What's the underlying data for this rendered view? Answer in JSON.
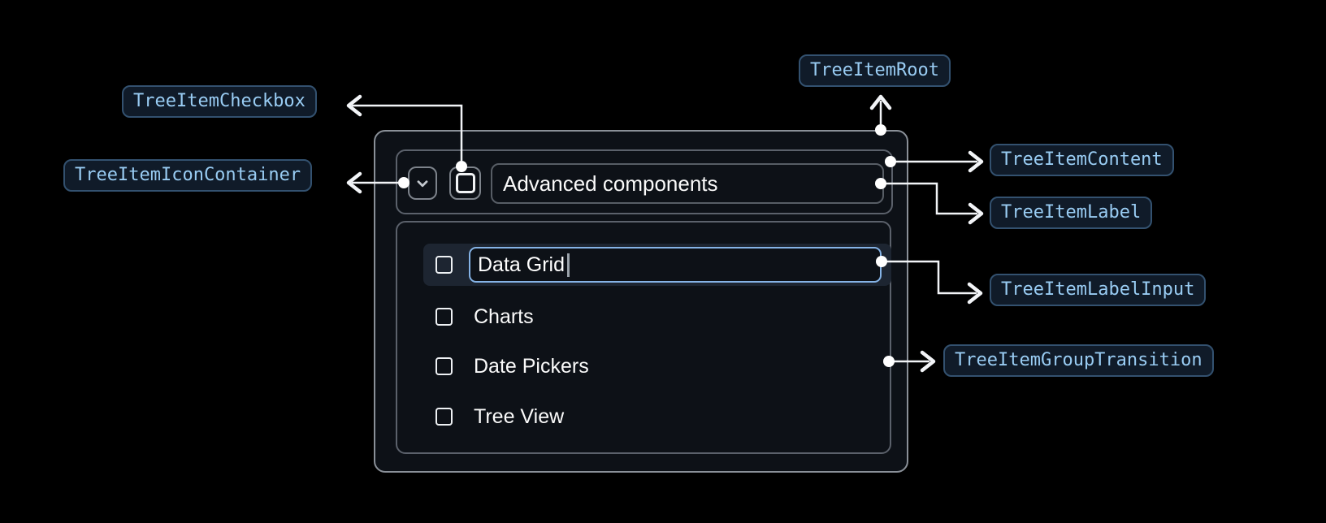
{
  "badges": {
    "checkbox": "TreeItemCheckbox",
    "icon_container": "TreeItemIconContainer",
    "root": "TreeItemRoot",
    "content": "TreeItemContent",
    "label": "TreeItemLabel",
    "label_input": "TreeItemLabelInput",
    "group_transition": "TreeItemGroupTransition"
  },
  "tree": {
    "parent_label": "Advanced components",
    "parent_checkbox_checked": false,
    "expand_state": "expanded",
    "label_input": {
      "value": "Data Grid",
      "caret_visible": true
    },
    "items": [
      {
        "label": "Charts",
        "checked": false
      },
      {
        "label": "Date Pickers",
        "checked": false
      },
      {
        "label": "Tree View",
        "checked": false
      }
    ]
  },
  "icons": {
    "expand": "chevron-down-icon",
    "checkbox": "checkbox-unchecked-icon",
    "caret": "text-cursor"
  },
  "colors": {
    "background": "#000000",
    "panel_bg": "#0d1117",
    "panel_border": "#8a9098",
    "inner_border": "#5b616b",
    "badge_bg": "#101b29",
    "badge_border": "#33516f",
    "badge_text": "#99ccf3",
    "input_border": "#85b3e6",
    "row_highlight": "#1d2531",
    "connector": "#f2f4f7",
    "text": "#fafafa"
  }
}
